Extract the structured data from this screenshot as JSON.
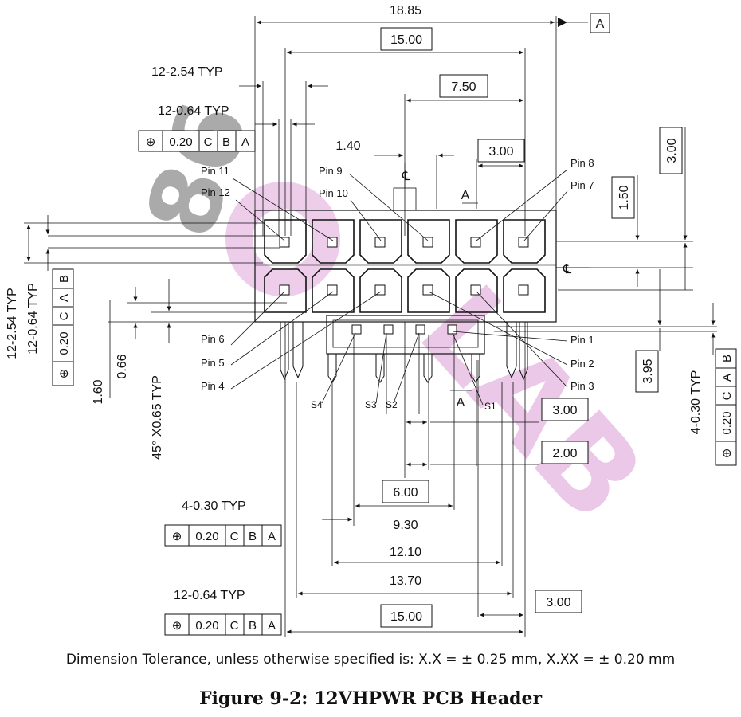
{
  "drawing": {
    "datum_a": "A",
    "centerline": "℄",
    "dims": {
      "overall_width": "18.85",
      "body_width": "15.00",
      "half_width": "7.50",
      "pitch_top": "3.00",
      "offset_140": "1.40",
      "typ_pitch": "12-2.54 TYP",
      "typ_pin": "12-0.64 TYP",
      "height_300": "3.00",
      "height_150": "1.50",
      "height_395": "3.95",
      "dim_066": "0.66",
      "dim_160": "1.60",
      "chamfer": "45° X0.65 TYP",
      "peg_typ_left": "4-0.30 TYP",
      "peg_typ_right": "4-0.30 TYP",
      "right_300": "3.00",
      "right_200": "2.00",
      "dim_600": "6.00",
      "dim_930": "9.30",
      "dim_1210": "12.10",
      "dim_1370": "13.70",
      "bottom_300": "3.00",
      "bottom_1500": "15.00",
      "pin_typ_bottom": "12-0.64 TYP"
    },
    "fcf": {
      "symbol": "⊕",
      "tol": "0.20",
      "ref_cba": [
        "C",
        "B",
        "A"
      ],
      "ref_cab": [
        "C",
        "A",
        "B"
      ]
    },
    "pins": {
      "p1": "Pin 1",
      "p2": "Pin 2",
      "p3": "Pin 3",
      "p4": "Pin 4",
      "p5": "Pin 5",
      "p6": "Pin 6",
      "p7": "Pin 7",
      "p8": "Pin 8",
      "p9": "Pin 9",
      "p10": "Pin 10",
      "p11": "Pin 11",
      "p12": "Pin 12"
    },
    "signals": {
      "s1": "S1",
      "s2": "S2",
      "s3": "S3",
      "s4": "S4"
    },
    "watermark": {
      "gray": "86",
      "pink": "LAB"
    }
  },
  "footer": {
    "tolerance": "Dimension Tolerance, unless otherwise specified is:  X.X = ± 0.25 mm, X.XX = ± 0.20 mm",
    "caption": "Figure 9-2:  12VHPWR PCB Header"
  }
}
